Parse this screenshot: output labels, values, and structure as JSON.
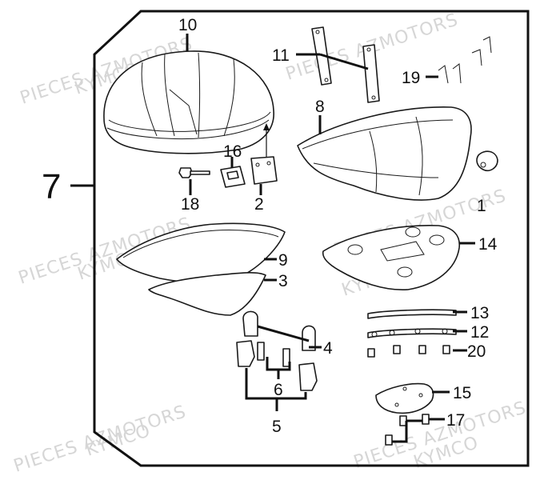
{
  "watermarks": {
    "brand_line": "PIECES AZMOTORS",
    "maker_line": "KYMCO"
  },
  "assembly_label": "7",
  "callouts": {
    "c1": "1",
    "c2": "2",
    "c3": "3",
    "c4": "4",
    "c5": "5",
    "c6": "6",
    "c8": "8",
    "c9": "9",
    "c10": "10",
    "c11": "11",
    "c12": "12",
    "c13": "13",
    "c14": "14",
    "c15": "15",
    "c16": "16",
    "c17": "17",
    "c18": "18",
    "c19": "19",
    "c20": "20"
  }
}
